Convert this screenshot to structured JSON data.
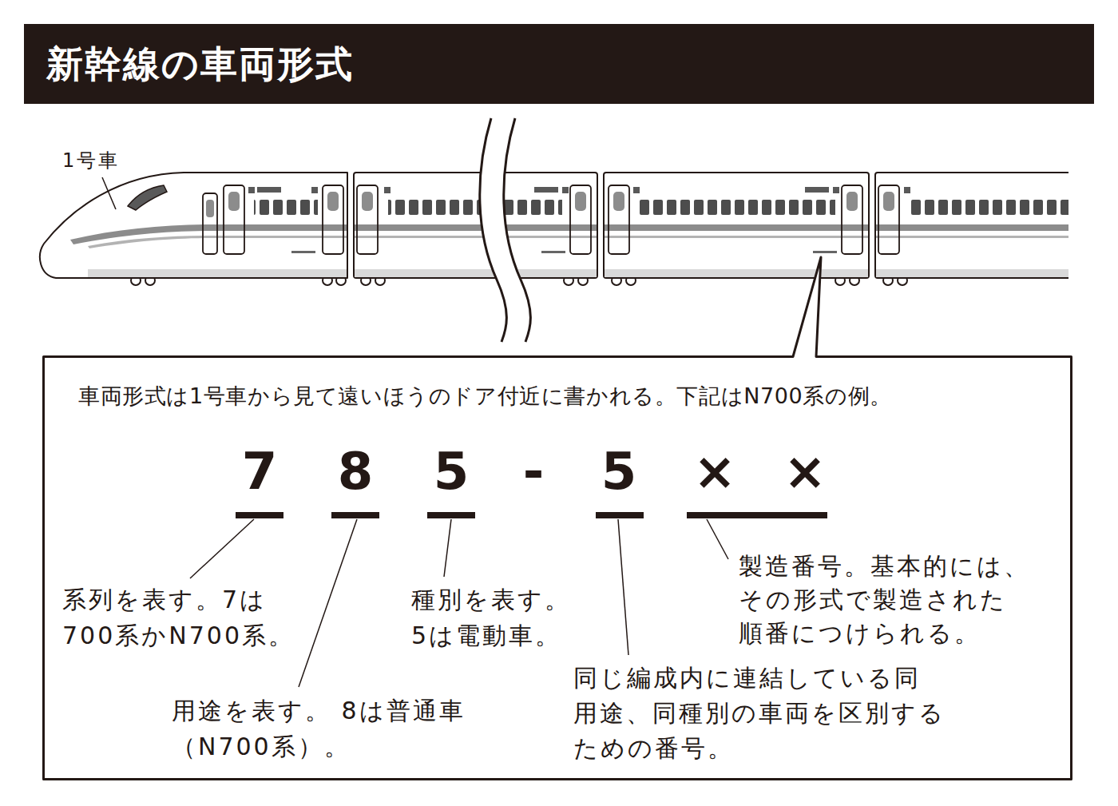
{
  "diagram": {
    "title": "新幹線の車両形式",
    "nodes": [
      {
        "text": [
          "車両形式は1号車から見て遠いほうのドア付近に書かれる。下記はN700系の例。"
        ]
      }
    ],
    "labels": [
      "1号車",
      "7",
      "8",
      "5",
      "-",
      "5",
      "×",
      "×",
      "系列を表す。7は 700系かN700系。",
      "用途を表す。 8は普通車（N700系）。",
      "種別を表す。 5は電動車。",
      "同じ編成内に連結している同 用途、同種別の車両を区別する ための番号。",
      "製造番号。基本的には、 その形式で製造された 順番につけられる。"
    ]
  }
}
